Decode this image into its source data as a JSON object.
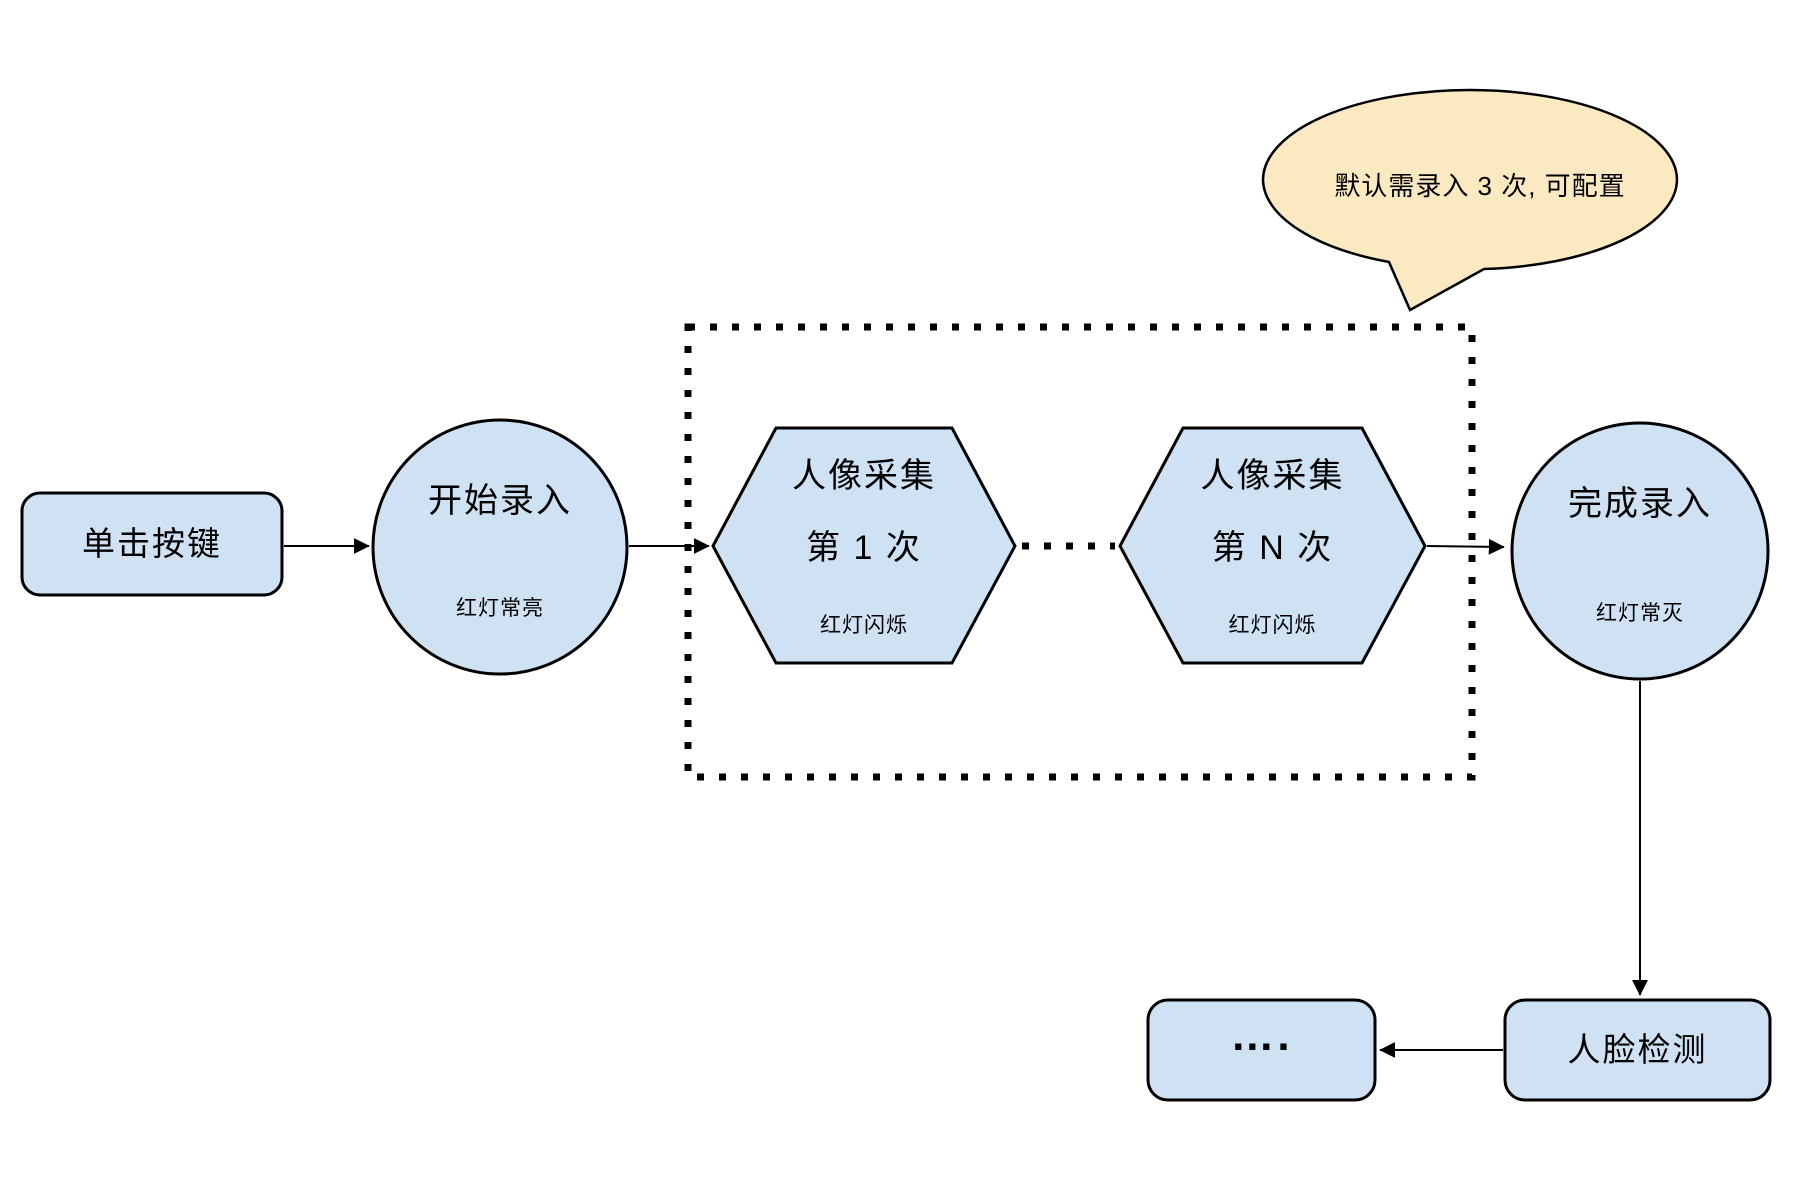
{
  "colors": {
    "node_fill": "#cfe2f3",
    "node_stroke": "#000000",
    "callout_fill": "#fbe9c2",
    "background": "#ffffff"
  },
  "nodes": {
    "start_button": {
      "label": "单击按键"
    },
    "start_record": {
      "label": "开始录入",
      "status": "红灯常亮"
    },
    "capture_first": {
      "title": "人像采集",
      "subtitle": "第 1 次",
      "status": "红灯闪烁"
    },
    "capture_nth": {
      "title": "人像采集",
      "subtitle": "第 N 次",
      "status": "红灯闪烁"
    },
    "finish_record": {
      "label": "完成录入",
      "status": "红灯常灭"
    },
    "face_detection": {
      "label": "人脸检测"
    },
    "continuation": {
      "label": "…."
    }
  },
  "callout": {
    "text": "默认需录入 3 次, 可配置"
  }
}
